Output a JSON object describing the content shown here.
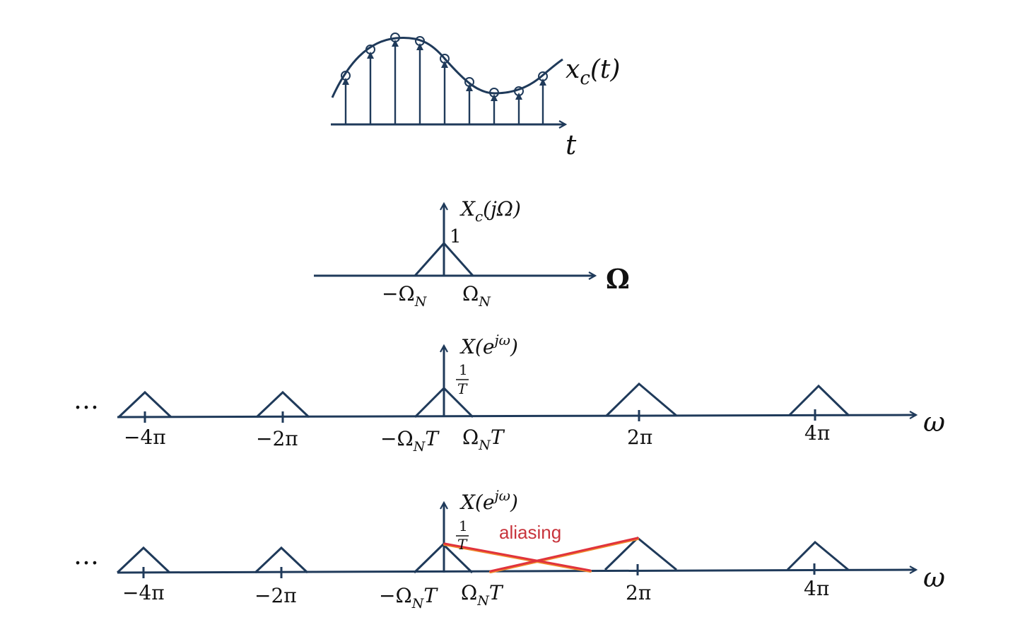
{
  "colors": {
    "line": "#1f3a5a",
    "aliasing_text": "#c8343c",
    "aliasing_red": "#e0323c",
    "aliasing_orange": "#f08a2a"
  },
  "panel1": {
    "curve_label": {
      "base": "x",
      "sub": "c",
      "rest": "(t)"
    },
    "axis_label": "t"
  },
  "panel2": {
    "ylabel": {
      "base": "X",
      "sub": "c",
      "rest": "(jΩ)"
    },
    "peak_label": "1",
    "xlabel": "Ω",
    "tick_neg": {
      "base": "−Ω",
      "sub": "N"
    },
    "tick_pos": {
      "base": "Ω",
      "sub": "N"
    }
  },
  "panel3": {
    "ylabel": {
      "base": "X(e",
      "sup": "jω",
      "rest": ")"
    },
    "peak_label_num": "1",
    "peak_label_den": "T",
    "xlabel": "ω",
    "ellipsis": "…",
    "ticks": [
      "−4π",
      "−2π",
      "2π",
      "4π"
    ],
    "tick_neg": {
      "base": "−Ω",
      "sub": "N",
      "rest": "T"
    },
    "tick_pos": {
      "base": "Ω",
      "sub": "N",
      "rest": "T"
    }
  },
  "panel4": {
    "ylabel": {
      "base": "X(e",
      "sup": "jω",
      "rest": ")"
    },
    "peak_label_num": "1",
    "peak_label_den": "T",
    "xlabel": "ω",
    "ellipsis": "…",
    "ticks": [
      "−4π",
      "−2π",
      "2π",
      "4π"
    ],
    "tick_neg": {
      "base": "−Ω",
      "sub": "N",
      "rest": "T"
    },
    "tick_pos": {
      "base": "Ω",
      "sub": "N",
      "rest": "T"
    },
    "annotation": "aliasing"
  }
}
